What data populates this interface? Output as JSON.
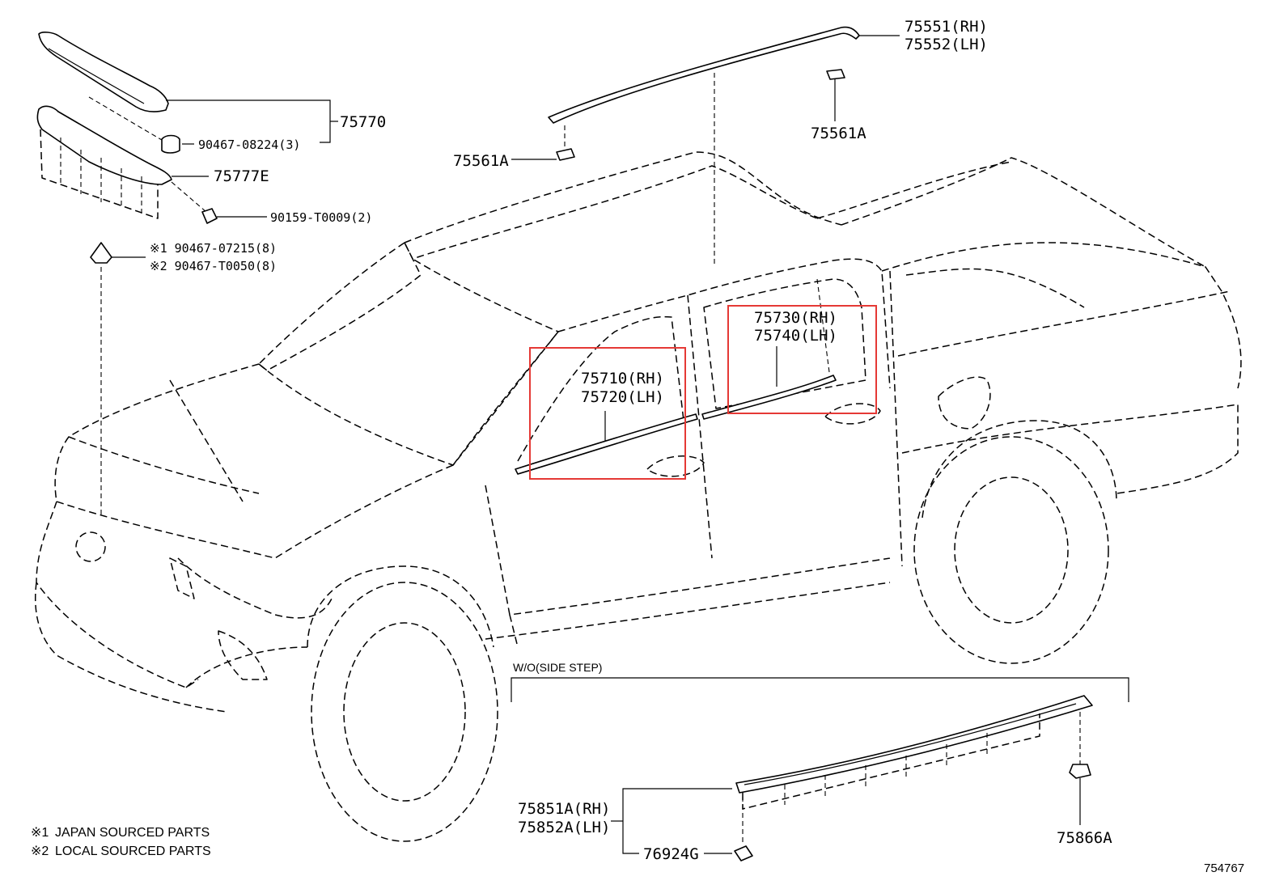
{
  "illustration_number": "754767",
  "condition_label": "W/O(SIDE STEP)",
  "notes": [
    {
      "mark": "※1",
      "text": "JAPAN SOURCED PARTS"
    },
    {
      "mark": "※2",
      "text": "LOCAL SOURCED PARTS"
    }
  ],
  "parts": {
    "roof_rh": "75551(RH)",
    "roof_lh": "75552(LH)",
    "roof_clip_right": "75561A",
    "roof_clip_left": "75561A",
    "hood_assy": "75770",
    "hood_clip": "90467-08224(3)",
    "hood_emblem": "75777E",
    "hood_screw": "90159-T0009(2)",
    "hood_clip_jp": "※1 90467-07215(8)",
    "hood_clip_local": "※2 90467-T0050(8)",
    "front_door_rh": "75710(RH)",
    "front_door_lh": "75720(LH)",
    "rear_door_rh": "75730(RH)",
    "rear_door_lh": "75740(LH)",
    "rocker_rh": "75851A(RH)",
    "rocker_lh": "75852A(LH)",
    "rocker_clip": "76924G",
    "rocker_nut": "75866A"
  },
  "highlight_color": "#e53935"
}
